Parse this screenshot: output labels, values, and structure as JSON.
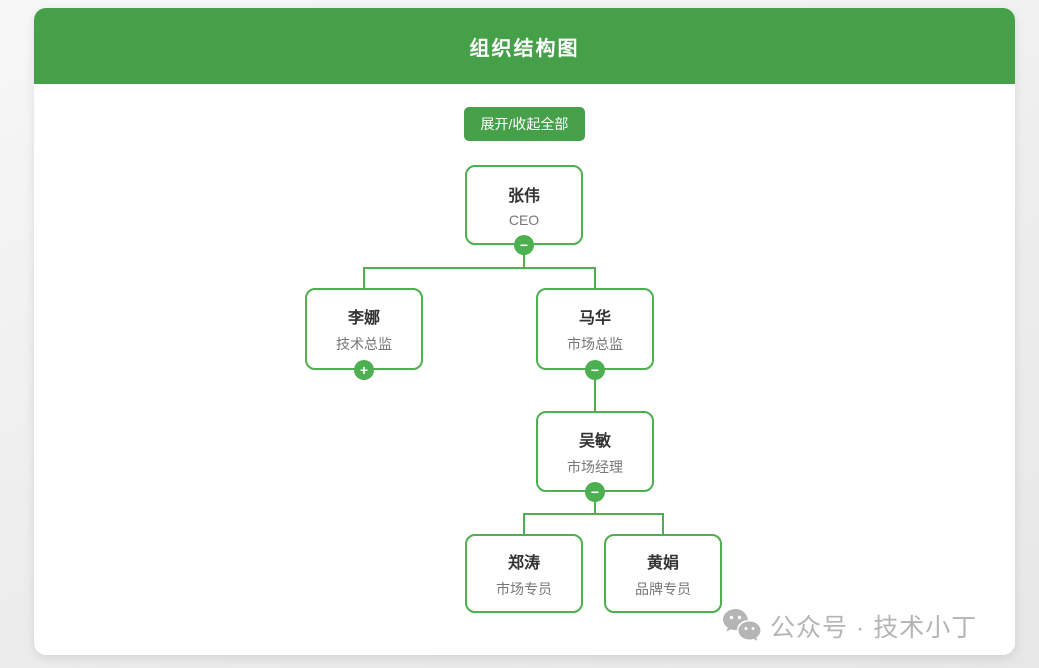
{
  "header": {
    "title": "组织结构图"
  },
  "toolbar": {
    "toggle_all_label": "展开/收起全部"
  },
  "org_chart": {
    "type": "tree",
    "nodes": [
      {
        "name": "张伟",
        "title": "CEO",
        "toggle": "−",
        "reports_to": null,
        "state": "expanded"
      },
      {
        "name": "李娜",
        "title": "技术总监",
        "toggle": "+",
        "reports_to": "张伟",
        "state": "collapsed"
      },
      {
        "name": "马华",
        "title": "市场总监",
        "toggle": "−",
        "reports_to": "张伟",
        "state": "expanded"
      },
      {
        "name": "吴敏",
        "title": "市场经理",
        "toggle": "−",
        "reports_to": "马华",
        "state": "expanded"
      },
      {
        "name": "郑涛",
        "title": "市场专员",
        "reports_to": "吴敏"
      },
      {
        "name": "黄娟",
        "title": "品牌专员",
        "reports_to": "吴敏"
      }
    ]
  },
  "watermark": {
    "text": "公众号 · 技术小丁",
    "icon": "wechat-icon"
  },
  "colors": {
    "header_green": "#46a049",
    "node_green": "#4caf50",
    "name_text": "#333333",
    "title_text": "#777777",
    "watermark_gray": "#b5b5b5"
  }
}
